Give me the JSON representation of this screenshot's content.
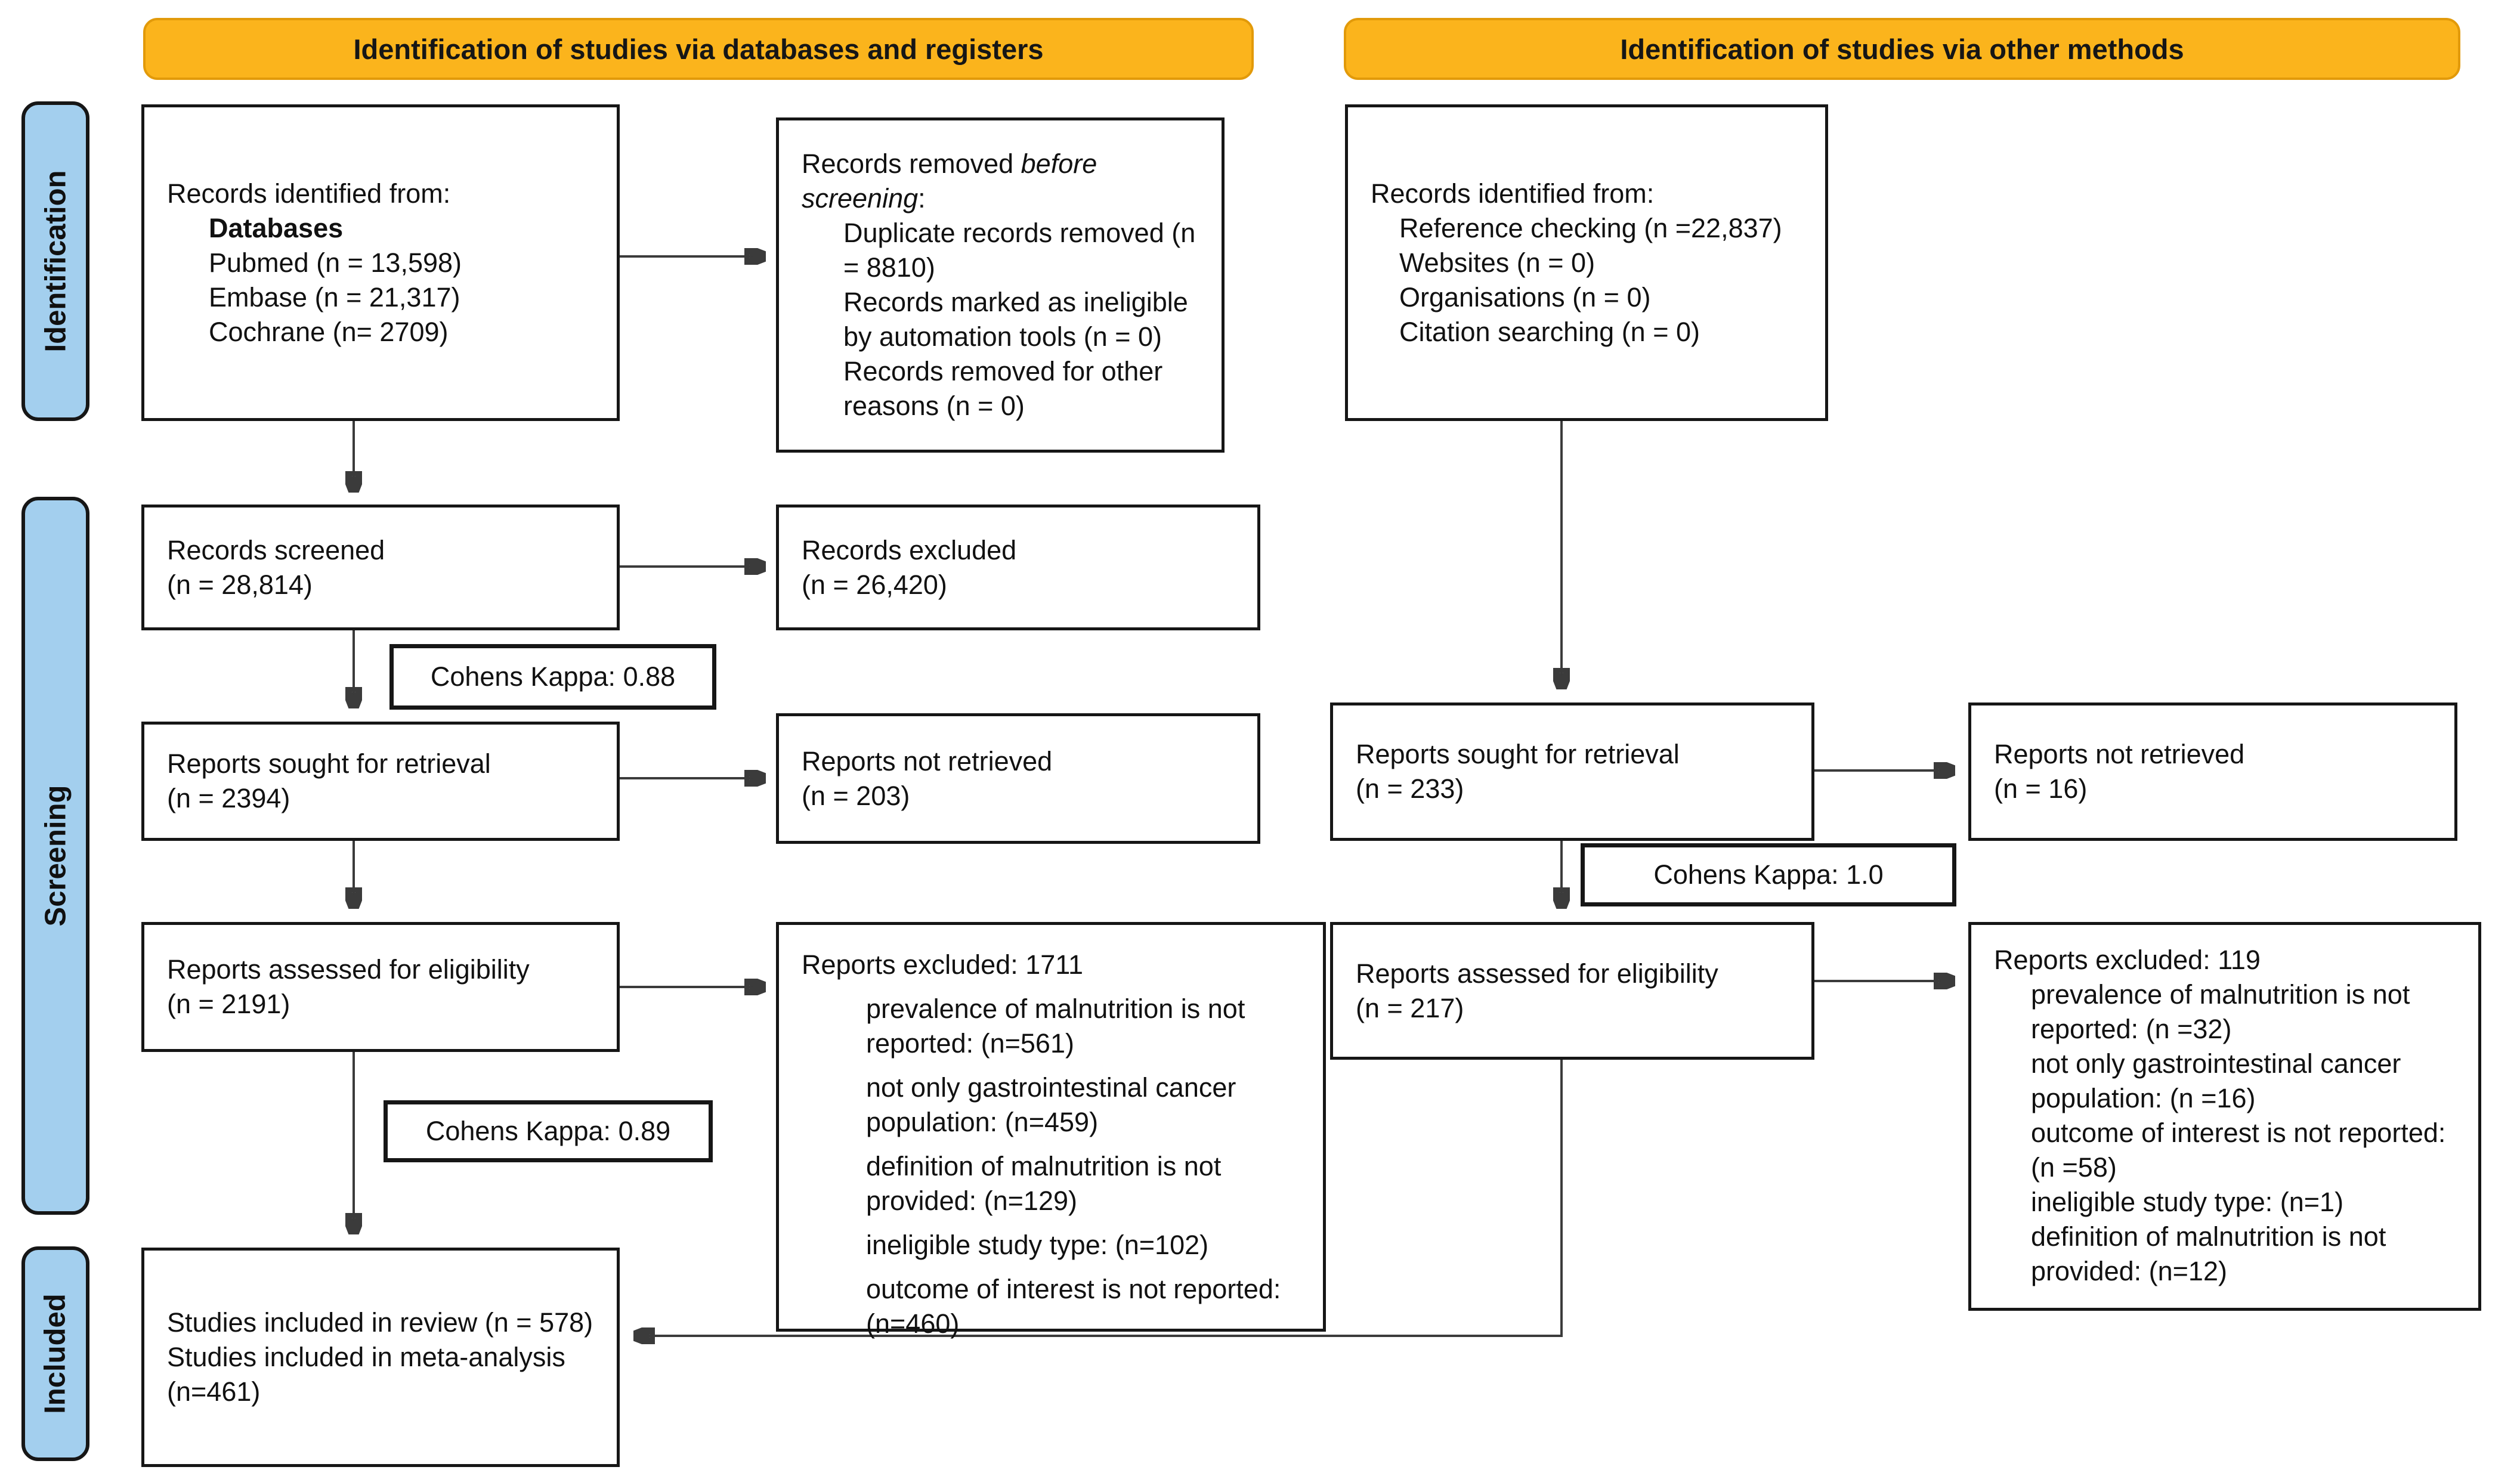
{
  "banners": {
    "databases": "Identification of studies via databases and registers",
    "other": "Identification of studies via other methods"
  },
  "sidebar": {
    "identification": "Identification",
    "screening": "Screening",
    "included": "Included"
  },
  "colors": {
    "banner_bg": "#FBB41C",
    "banner_border": "#E29A0A",
    "sidebar_bg": "#A3CFEE",
    "box_border": "#161616",
    "arrow_line": "#3b3b3b"
  },
  "boxes": {
    "records_identified_db": {
      "intro": "Records identified from:",
      "group_label": "Databases",
      "items": [
        "Pubmed (n = 13,598)",
        "Embase (n = 21,317)",
        "Cochrane (n= 2709)"
      ]
    },
    "records_removed": {
      "line1_pre": "Records removed ",
      "line1_italic": "before screening",
      "line1_post": ":",
      "items": [
        "Duplicate records removed (n = 8810)",
        "Records marked as ineligible by automation tools (n = 0)",
        "Records removed for other reasons (n = 0)"
      ]
    },
    "records_screened": {
      "lines": [
        "Records screened",
        "(n = 28,814)"
      ]
    },
    "records_excluded": {
      "lines": [
        "Records excluded",
        "(n = 26,420)"
      ]
    },
    "reports_sought_db": {
      "lines": [
        "Reports sought for retrieval",
        "(n = 2394)"
      ]
    },
    "reports_not_retrieved_db": {
      "lines": [
        "Reports not retrieved",
        "(n = 203)"
      ]
    },
    "reports_assessed_db": {
      "lines": [
        "Reports assessed for eligibility",
        "(n = 2191)"
      ]
    },
    "reports_excluded_db": {
      "title": "Reports excluded: 1711",
      "items": [
        "prevalence of malnutrition is not reported: (n=561)",
        "not only gastrointestinal cancer population: (n=459)",
        "definition of malnutrition is not provided: (n=129)",
        "ineligible study type: (n=102)",
        "outcome of interest is not reported: (n=460)"
      ]
    },
    "studies_included": {
      "lines": [
        "Studies included in review (n = 578)",
        "Studies included in meta-analysis (n=461)"
      ]
    },
    "records_identified_other": {
      "intro": "Records identified from:",
      "items": [
        "Reference checking (n =22,837)",
        "Websites (n = 0)",
        "Organisations (n = 0)",
        "Citation searching (n = 0)"
      ]
    },
    "reports_sought_other": {
      "lines": [
        "Reports sought for retrieval",
        "(n = 233)"
      ]
    },
    "reports_not_retrieved_other": {
      "lines": [
        "Reports not retrieved",
        "(n = 16)"
      ]
    },
    "reports_assessed_other": {
      "lines": [
        "Reports assessed for eligibility",
        "(n = 217)"
      ]
    },
    "reports_excluded_other": {
      "title": "Reports excluded: 119",
      "items": [
        "prevalence of malnutrition is not reported: (n =32)",
        "not only gastrointestinal cancer population: (n =16)",
        "outcome of interest is not reported: (n =58)",
        "ineligible study type: (n=1)",
        "definition of malnutrition is not provided: (n=12)"
      ]
    }
  },
  "kappa": {
    "screening": "Cohens Kappa: 0.88",
    "eligibility": "Cohens Kappa: 0.89",
    "retrieval_other": "Cohens Kappa: 1.0"
  }
}
